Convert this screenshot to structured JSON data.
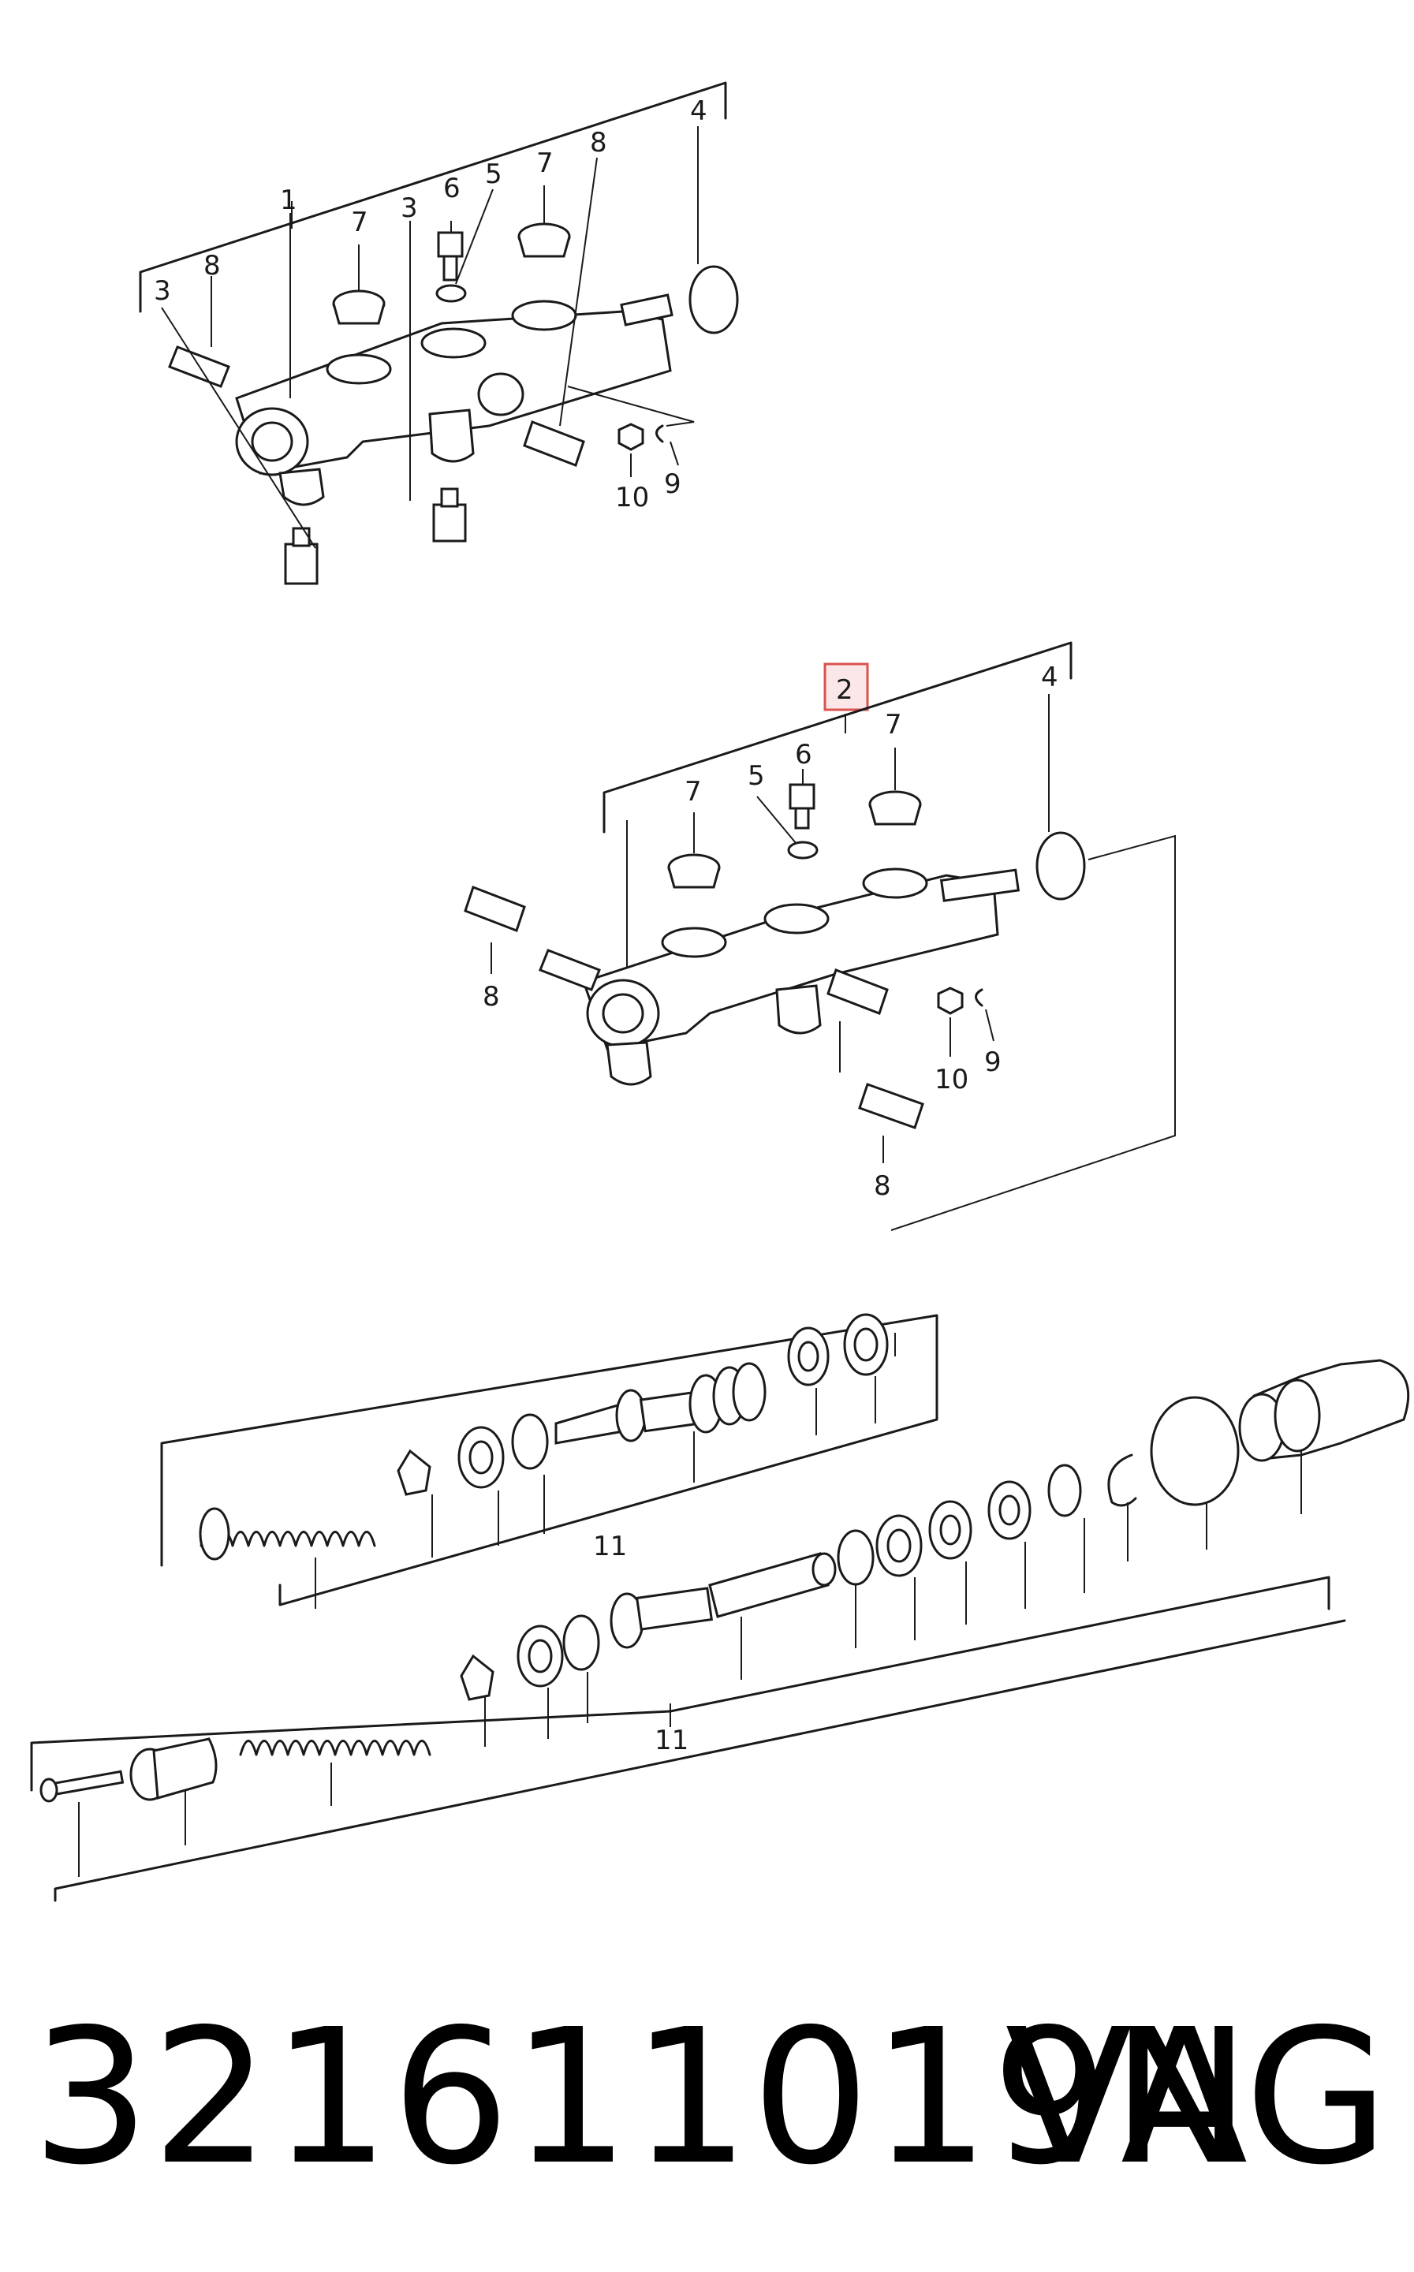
{
  "footer": {
    "part_number": "321611019N",
    "brand": "VAG"
  },
  "highlighted_callout": "2",
  "callouts": {
    "top": [
      "1",
      "3",
      "8",
      "7",
      "6",
      "5",
      "3",
      "7",
      "8",
      "4",
      "10",
      "9"
    ],
    "middle": [
      "2",
      "4",
      "6",
      "7",
      "5",
      "7",
      "8",
      "10",
      "9",
      "8"
    ],
    "bottom": [
      "11",
      "11"
    ]
  }
}
